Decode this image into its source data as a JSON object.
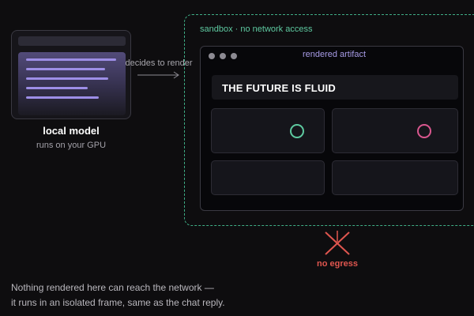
{
  "model": {
    "title": "local model",
    "subtitle": "runs on your GPU"
  },
  "arrow": {
    "label": "decides to render"
  },
  "sandbox": {
    "label": "sandbox · no network access",
    "border_color": "#3fae86"
  },
  "artifact": {
    "title": "rendered artifact",
    "banner": "THE FUTURE IS FLUID",
    "ring_colors": [
      "#5ec9a0",
      "#d9578f"
    ]
  },
  "egress": {
    "label": "no egress",
    "icon": "x-mark-icon",
    "color": "#e0564f"
  },
  "footer": {
    "line1": "Nothing rendered here can reach the network —",
    "line2": "it runs in an isolated frame, same as the chat reply."
  }
}
